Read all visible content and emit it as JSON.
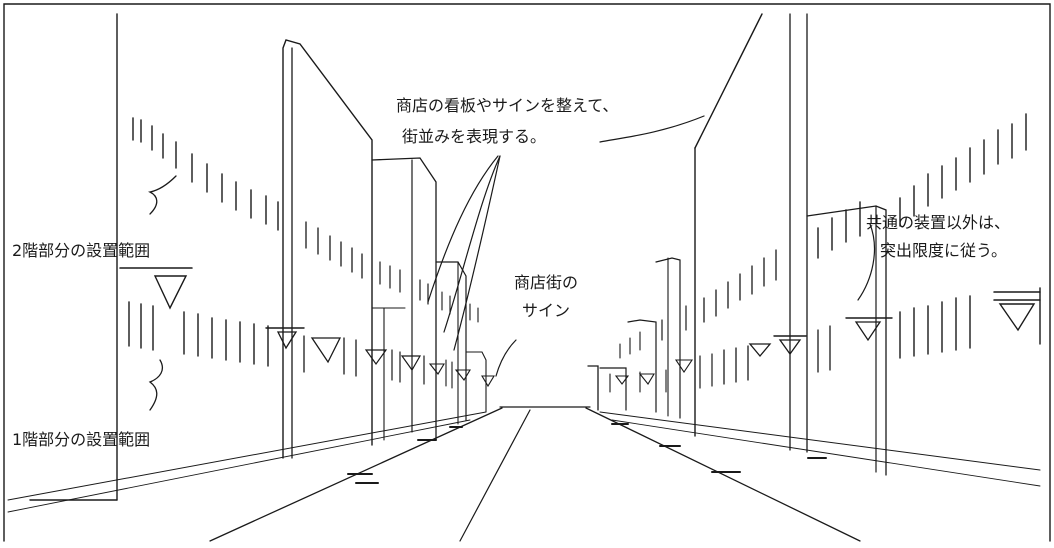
{
  "figure": {
    "ink_color": "#1a1a1a",
    "paper_color": "#ffffff"
  },
  "annotations": {
    "sign_arrangement": [
      "商店の看板やサインを整えて、",
      "街並みを表現する。"
    ],
    "second_floor_zone": "2階部分の設置範囲",
    "first_floor_zone": "1階部分の設置範囲",
    "shopping_street_sign": [
      "商店街の",
      "サイン"
    ],
    "protrusion_limit": [
      "共通の装置以外は、",
      "突出限度に従う。"
    ]
  }
}
